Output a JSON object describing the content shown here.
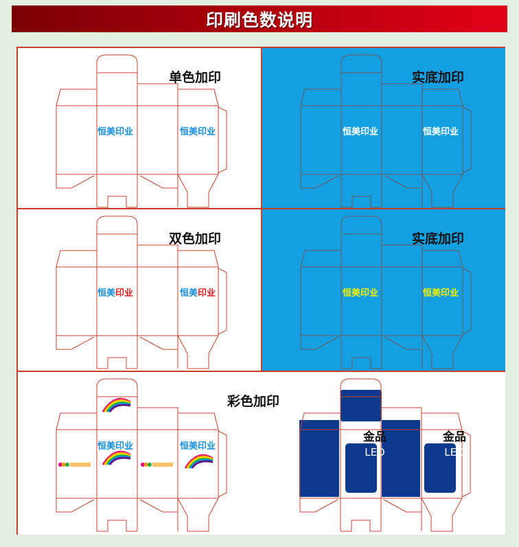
{
  "banner": {
    "title": "印刷色数说明"
  },
  "panels": [
    {
      "label": "单色加印",
      "background": "#ffffff",
      "line_color": "#c8402c",
      "text": "恒美印业",
      "text_color": "#1a8fd6"
    },
    {
      "label": "实底加印",
      "background": "#149fe0",
      "line_color": "#6a5a60",
      "text": "恒美印业",
      "text_color": "#ffffff"
    },
    {
      "label": "双色加印",
      "background": "#ffffff",
      "line_color": "#c8402c",
      "text_a": "恒美",
      "text_b": "印业",
      "text_a_color": "#1a8fd6",
      "text_b_color": "#e02020"
    },
    {
      "label": "实底加印",
      "background": "#149fe0",
      "line_color": "#6a5a60",
      "text": "恒美印业",
      "text_color": "#f4f000"
    },
    {
      "label": "彩色加印",
      "background": "#ffffff",
      "line_color": "#c8402c",
      "text": "恒美印业",
      "text_color": "#1a8fd6",
      "led_brand": "金品",
      "led_text": "LED",
      "led_navy": "#0d3a8c"
    }
  ]
}
